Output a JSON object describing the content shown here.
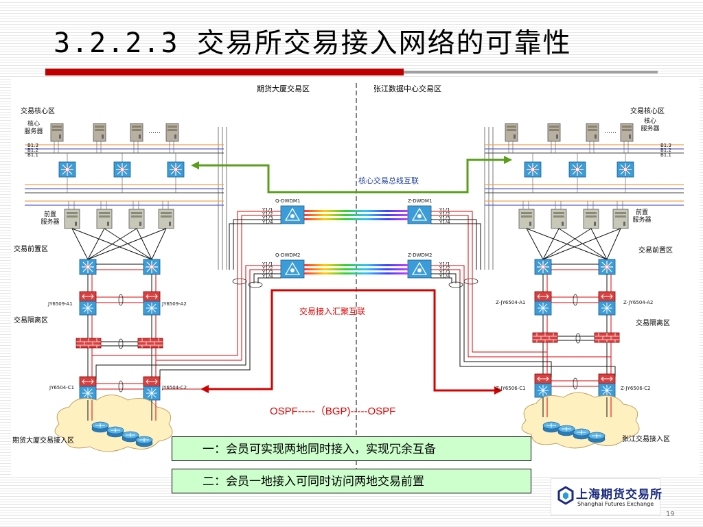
{
  "slide": {
    "title": "3.2.2.3 交易所交易接入网络的可靠性",
    "page_number": "19"
  },
  "diagram": {
    "header_left": "期货大厦交易区",
    "header_right": "张江数据中心交易区",
    "left": {
      "core_zone": "交易核心区",
      "core_server_label": "核心\n服务器",
      "front_server_label": "前置\n服务器",
      "front_zone": "交易前置区",
      "isolation_zone": "交易隔离区",
      "access_zone": "期货大厦交易接入区",
      "sw_a1": "JY6509-A1",
      "sw_a2": "JY6509-A2",
      "sw_c1": "JY6504-C1",
      "sw_c2": "JY6504-C2",
      "bus_labels": [
        "B1.3",
        "B1.2",
        "B1.1"
      ],
      "ellipsis": "……"
    },
    "right": {
      "core_zone": "交易核心区",
      "core_server_label": "核心\n服务器",
      "front_server_label": "前置\n服务器",
      "front_zone": "交易前置区",
      "isolation_zone": "交易隔离区",
      "access_zone": "张江交易接入区",
      "sw_a1": "Z-JY6504-A1",
      "sw_a2": "Z-JY6504-A2",
      "sw_c1": "Z-JY6506-C1",
      "sw_c2": "Z-JY6506-C2",
      "bus_labels": [
        "B1.3",
        "B1.2",
        "B1.1"
      ],
      "ellipsis": "……"
    },
    "dwdm": {
      "q1": "Q-DWDM1",
      "q2": "Q-DWDM2",
      "z1": "Z-DWDM1",
      "z2": "Z-DWDM2",
      "ports": [
        "Y1/1",
        "Y1/2",
        "Y1/3",
        "Y1/4"
      ]
    },
    "core_bus_label": "核心交易总线互联",
    "aggregation_label": "交易接入汇聚互联",
    "ospf_label": "OSPF-----（BGP)-----OSPF",
    "colors": {
      "core_link": "#5a9e1a",
      "aggregation_link": "#d40000",
      "divider": "#333333"
    }
  },
  "notes": [
    "一：会员可实现两地同时接入，实现冗余互备",
    "二：会员一地接入可同时访问两地交易前置"
  ],
  "logo": {
    "cn": "上海期货交易所",
    "en": "Shanghai Futures Exchange",
    "icon": "sfe-logo-icon"
  }
}
